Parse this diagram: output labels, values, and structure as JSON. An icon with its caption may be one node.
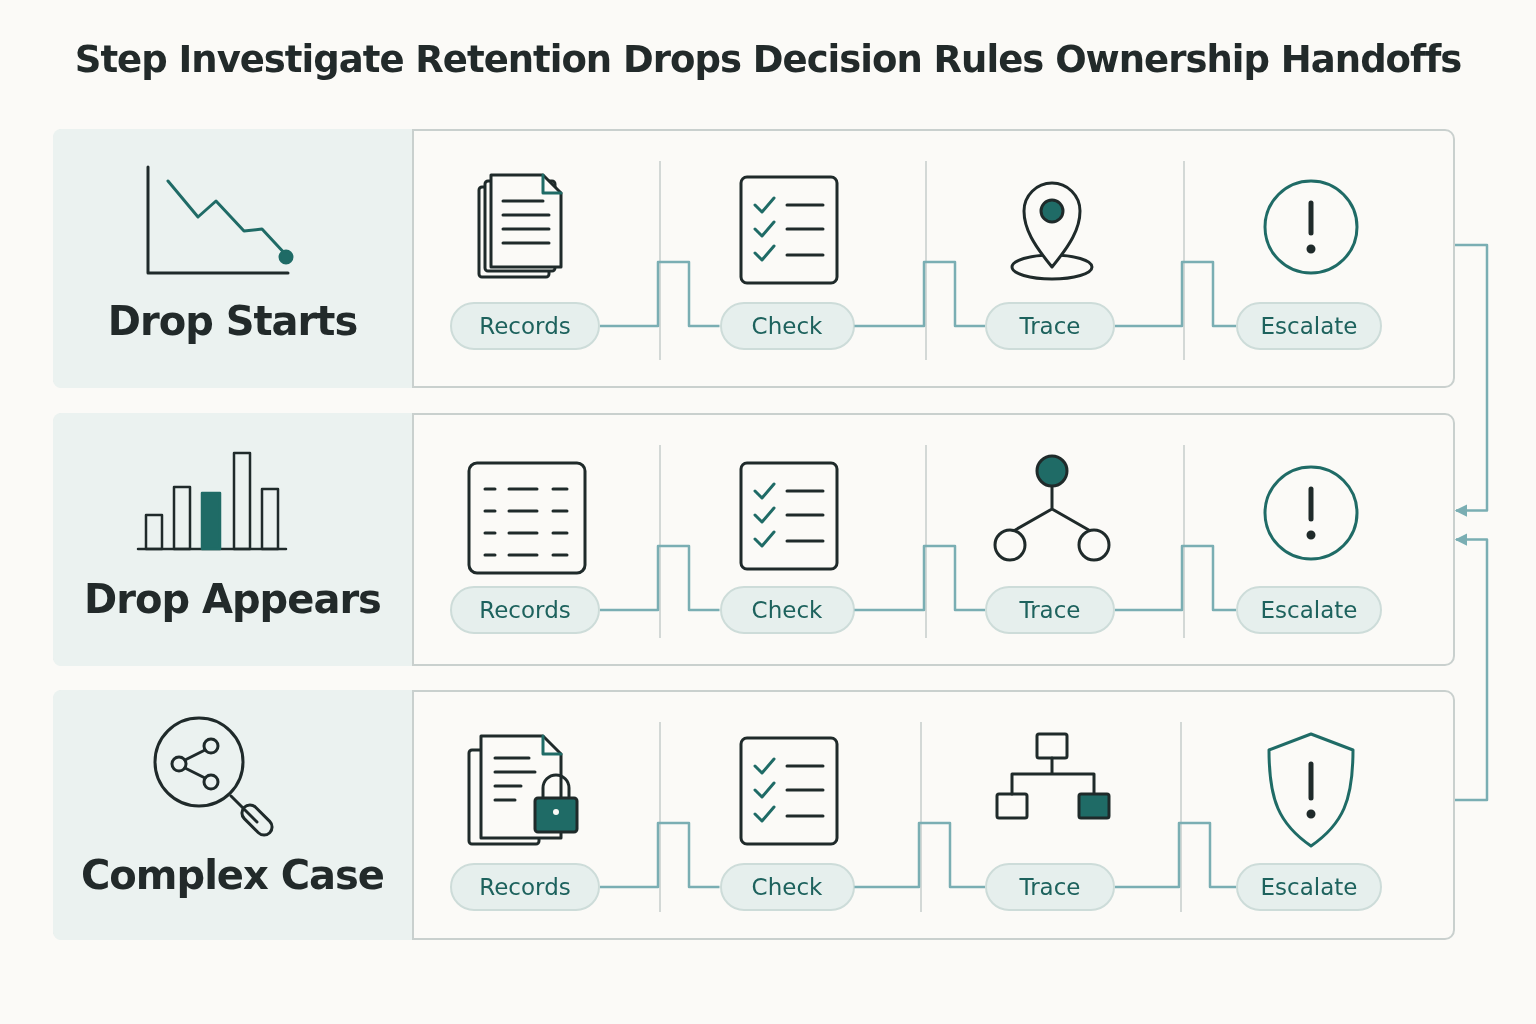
{
  "diagram": {
    "title": "Step Investigate Retention Drops Decision Rules Ownership Handoffs",
    "nodes": [
      {
        "text": [],
        "shape": "box"
      },
      {
        "text": [
          "Drop Starts"
        ],
        "in": 0
      },
      {
        "text": [
          "Records"
        ],
        "in": 0
      },
      {
        "text": [
          "Check"
        ],
        "in": 0
      },
      {
        "text": [
          "Trace"
        ],
        "in": 0
      },
      {
        "text": [
          "Escalate"
        ],
        "in": 0
      },
      {
        "text": [],
        "shape": "box"
      },
      {
        "text": [
          "Drop Appears"
        ],
        "in": 6
      },
      {
        "text": [
          "Records"
        ],
        "in": 6
      },
      {
        "text": [
          "Check"
        ],
        "in": 6
      },
      {
        "text": [
          "Trace"
        ],
        "in": 6
      },
      {
        "text": [
          "Escalate"
        ],
        "in": 6
      },
      {
        "text": [],
        "shape": "box"
      },
      {
        "text": [
          "Complex Case"
        ],
        "in": 12
      },
      {
        "text": [
          "Records"
        ],
        "in": 12
      },
      {
        "text": [
          "Check"
        ],
        "in": 12
      },
      {
        "text": [
          "Trace"
        ],
        "in": 12
      },
      {
        "text": [
          "Escalate"
        ],
        "in": 12
      }
    ],
    "edges": [
      {
        "from": 2,
        "to": 3,
        "arrow": "none"
      },
      {
        "from": 3,
        "to": 4,
        "arrow": "none"
      },
      {
        "from": 4,
        "to": 5,
        "arrow": "none"
      },
      {
        "from": 8,
        "to": 9,
        "arrow": "none"
      },
      {
        "from": 9,
        "to": 10,
        "arrow": "none"
      },
      {
        "from": 10,
        "to": 11,
        "arrow": "none"
      },
      {
        "from": 14,
        "to": 15,
        "arrow": "none"
      },
      {
        "from": 15,
        "to": 16,
        "arrow": "none"
      },
      {
        "from": 16,
        "to": 17,
        "arrow": "none"
      },
      {
        "from": 0,
        "to": 6,
        "arrow": "to"
      },
      {
        "from": 12,
        "to": 6,
        "arrow": "to"
      }
    ]
  }
}
